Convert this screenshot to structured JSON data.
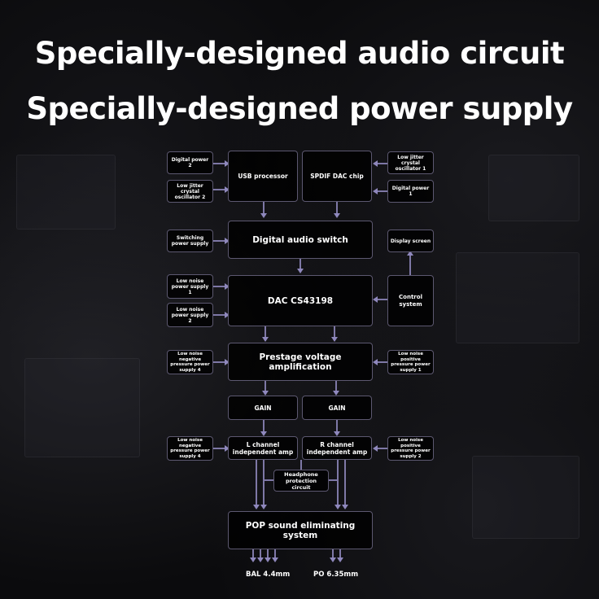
{
  "headline": {
    "line1": "Specially-designed audio circuit",
    "line2": "Specially-designed power supply"
  },
  "diagram": {
    "main_blocks": {
      "usb_processor": "USB processor",
      "spdif_dac_chip": "SPDIF DAC chip",
      "digital_audio_switch": "Digital audio switch",
      "dac": "DAC CS43198",
      "prestage": "Prestage voltage amplification",
      "gain_left": "GAIN",
      "gain_right": "GAIN",
      "l_amp": "L channel independent amp",
      "r_amp": "R channel independent amp",
      "protection": "Headphone protection circuit",
      "pop_system": "POP sound eliminating system"
    },
    "side_blocks": {
      "digital_power_2": "Digital power 2",
      "crystal_2": "Low jitter crystal oscillator 2",
      "crystal_1": "Low jitter crystal oscillator 1",
      "digital_power_1": "Digital power 1",
      "switching_power": "Switching power supply",
      "display": "Display screen",
      "low_noise_1": "Low noise power supply 1",
      "low_noise_2": "Low noise power supply 2",
      "control": "Control system",
      "neg_supply_4_top": "Low noise negative pressure power supply 4",
      "pos_supply_1": "Low noise positive pressure power supply 1",
      "neg_supply_4_bottom": "Low noise negative pressure power supply 4",
      "pos_supply_2": "Low noise positive pressure power supply 2"
    },
    "outputs": {
      "balanced": "BAL 4.4mm",
      "single_ended": "PO 6.35mm"
    },
    "colors": {
      "background": "#0c0c0e",
      "box_border": "#5c5870",
      "connector": "#8f88bd",
      "text": "#ffffff"
    }
  }
}
